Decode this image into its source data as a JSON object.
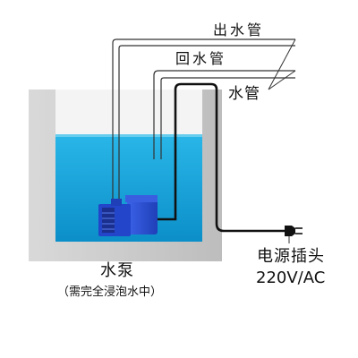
{
  "labels": {
    "outlet_pipe": "出水管",
    "return_pipe": "回水管",
    "pipe": "水管",
    "pump": "水泵",
    "pump_note": "（需完全浸泡水中）",
    "power_plug": "电源插头",
    "voltage": "220V/AC"
  },
  "colors": {
    "water": "#1aa6dd",
    "tank_wall": "#cfcfcf",
    "pump_body": "#2a4fd6",
    "pump_dark": "#1a2f8e",
    "pipe_line": "#333333",
    "cable": "#111111"
  },
  "icons": {
    "pump": "water-pump-icon",
    "plug": "power-plug-icon"
  }
}
